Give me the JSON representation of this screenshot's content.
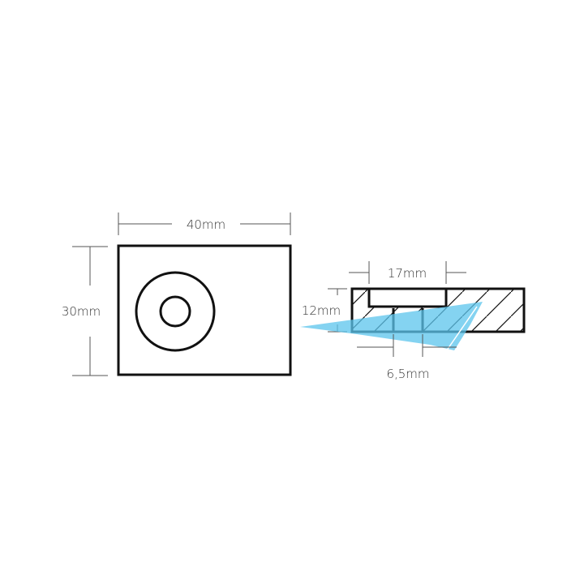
{
  "diagram": {
    "title": "",
    "top_view": {
      "width_label": "40mm",
      "height_label": "30mm",
      "outer_circle": "countersink",
      "inner_circle": "bore-hole"
    },
    "section_view": {
      "recess_width_label": "17mm",
      "thickness_label": "12mm",
      "hole_diameter_label": "6,5mm",
      "hatch": "diagonal"
    },
    "colors": {
      "outline": "#111111",
      "dimension_line": "#555555",
      "text": "#333333",
      "overlay": "#5bc4ec"
    }
  }
}
